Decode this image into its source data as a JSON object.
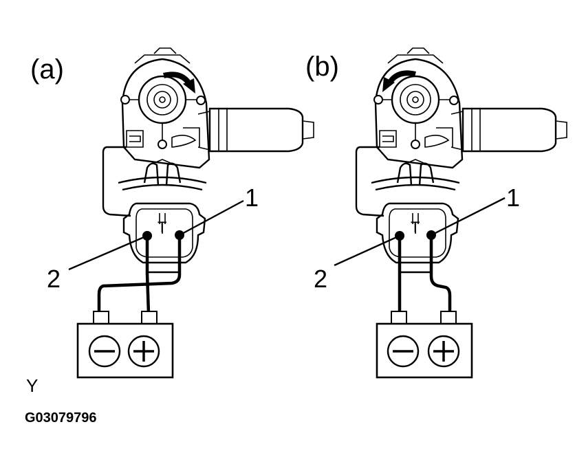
{
  "panels": [
    {
      "label": "(a)",
      "rotation": "clockwise",
      "terminal_letter": "T",
      "callout_1": "1",
      "callout_2": "2",
      "battery": {
        "neg": "−",
        "pos": "+"
      }
    },
    {
      "label": "(b)",
      "rotation": "counterclockwise",
      "terminal_letter": "T",
      "callout_1": "1",
      "callout_2": "2",
      "battery": {
        "neg": "−",
        "pos": "+"
      }
    }
  ],
  "corner_mark": "Y",
  "figure_id": "G03079796"
}
